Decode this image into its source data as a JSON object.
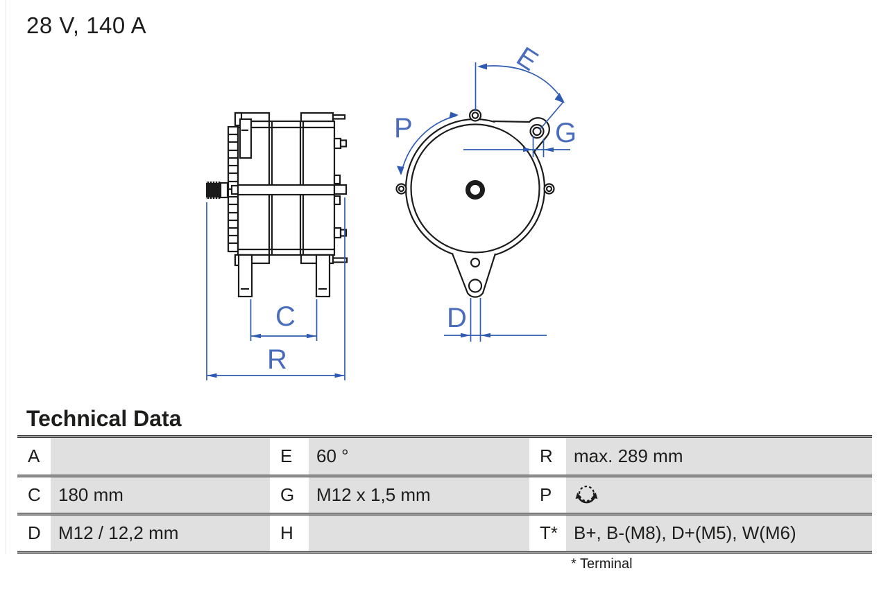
{
  "title": "28 V, 140 A",
  "section_heading": "Technical Data",
  "footnote": "* Terminal",
  "colors": {
    "dimension_blue": "#2e5bb1",
    "drawing_black": "#1b1b1b",
    "table_cell_gray": "#e0e0e0",
    "table_rule_gray": "#3d3d3d",
    "text": "#1d1d1b"
  },
  "diagram": {
    "labels": {
      "c": "C",
      "r": "R",
      "d": "D",
      "e": "E",
      "p": "P",
      "g": "G"
    }
  },
  "table": {
    "rows": [
      {
        "cells": [
          {
            "label": "A",
            "value": ""
          },
          {
            "label": "E",
            "value": "60 °"
          },
          {
            "label": "R",
            "value": "max. 289 mm"
          }
        ]
      },
      {
        "cells": [
          {
            "label": "C",
            "value": "180 mm"
          },
          {
            "label": "G",
            "value": "M12 x 1,5 mm"
          },
          {
            "label": "P",
            "value": "",
            "icon": "rotation-direction-icon"
          }
        ]
      },
      {
        "cells": [
          {
            "label": "D",
            "value": "M12 / 12,2 mm"
          },
          {
            "label": "H",
            "value": ""
          },
          {
            "label": "T*",
            "value": "B+, B-(M8), D+(M5), W(M6)"
          }
        ]
      }
    ]
  }
}
